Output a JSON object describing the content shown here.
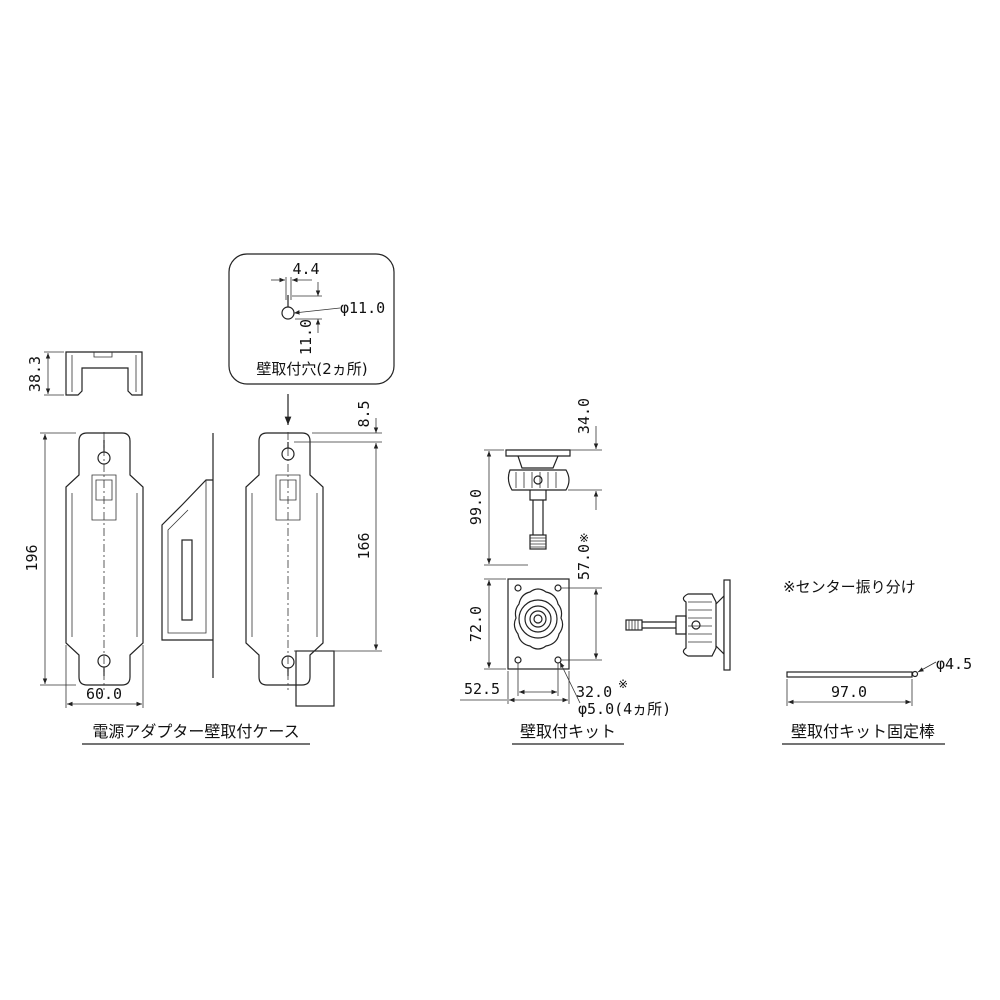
{
  "case": {
    "caption": "電源アダプター壁取付ケース",
    "dim_height_top": "38.3",
    "dim_height": "196",
    "dim_width": "60.0",
    "dim_top_offset": "8.5",
    "dim_hole_pitch": "166"
  },
  "hole_detail": {
    "dim_offset": "4.4",
    "dim_diameter": "φ11.0",
    "dim_length": "11.0",
    "label": "壁取付穴(2ヵ所)"
  },
  "kit": {
    "caption": "壁取付キット",
    "dim_knob_height": "34.0",
    "dim_total_height": "99.0",
    "dim_plate_height": "72.0",
    "dim_plate_width": "52.5",
    "dim_hole_v": "57.0",
    "dim_hole_v_mark": "※",
    "dim_hole_h": "32.0",
    "dim_hole_h_mark": "※",
    "dim_hole_dia": "φ5.0(4ヵ所)"
  },
  "rod": {
    "note": "※センター振り分け",
    "dim_length": "97.0",
    "dim_diameter": "φ4.5",
    "caption": "壁取付キット固定棒"
  }
}
